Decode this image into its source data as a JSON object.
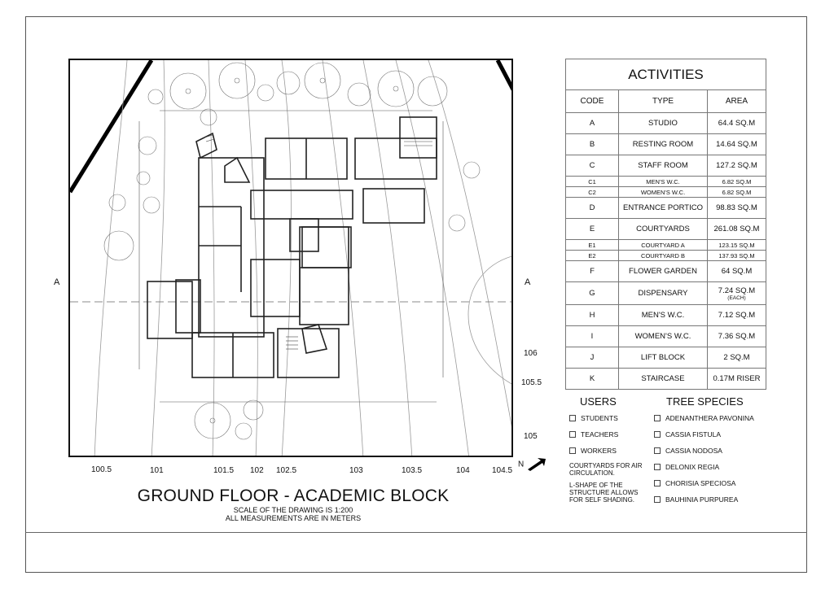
{
  "drawing": {
    "title": "GROUND FLOOR - ACADEMIC BLOCK",
    "scale_note": "SCALE OF THE DRAWING IS 1:200",
    "units_note": "ALL MEASUREMENTS ARE IN METERS",
    "section_marker": "A",
    "north_label": "N",
    "contour_labels": [
      "100.5",
      "101",
      "101.5",
      "102",
      "102.5",
      "103",
      "103.5",
      "104",
      "104.5",
      "105",
      "105.5",
      "106"
    ]
  },
  "activities": {
    "heading": "ACTIVITIES",
    "columns": [
      "CODE",
      "TYPE",
      "AREA"
    ],
    "rows": [
      {
        "code": "A",
        "type": "STUDIO",
        "area": "64.4 SQ.M",
        "note": ""
      },
      {
        "code": "B",
        "type": "RESTING ROOM",
        "area": "14.64 SQ.M",
        "note": ""
      },
      {
        "code": "C",
        "type": "STAFF ROOM",
        "area": "127.2 SQ.M",
        "note": ""
      },
      {
        "code": "C1",
        "type": "MEN'S W.C.",
        "area": "6.82 SQ.M",
        "note": ""
      },
      {
        "code": "C2",
        "type": "WOMEN'S W.C.",
        "area": "6.82 SQ.M",
        "note": ""
      },
      {
        "code": "D",
        "type": "ENTRANCE PORTICO",
        "area": "98.83 SQ.M",
        "note": ""
      },
      {
        "code": "E",
        "type": "COURTYARDS",
        "area": "261.08 SQ.M",
        "note": ""
      },
      {
        "code": "E1",
        "type": "COURTYARD A",
        "area": "123.15 SQ.M",
        "note": ""
      },
      {
        "code": "E2",
        "type": "COURTYARD B",
        "area": "137.93 SQ.M",
        "note": ""
      },
      {
        "code": "F",
        "type": "FLOWER GARDEN",
        "area": "64 SQ.M",
        "note": ""
      },
      {
        "code": "G",
        "type": "DISPENSARY",
        "area": "7.24 SQ.M",
        "note": "(EACH)"
      },
      {
        "code": "H",
        "type": "MEN'S W.C.",
        "area": "7.12 SQ.M",
        "note": ""
      },
      {
        "code": "I",
        "type": "WOMEN'S W.C.",
        "area": "7.36 SQ.M",
        "note": ""
      },
      {
        "code": "J",
        "type": "LIFT BLOCK",
        "area": "2 SQ.M",
        "note": ""
      },
      {
        "code": "K",
        "type": "STAIRCASE",
        "area": "0.17M RISER",
        "note": ""
      }
    ]
  },
  "users": {
    "heading": "USERS",
    "items": [
      "STUDENTS",
      "TEACHERS",
      "WORKERS"
    ]
  },
  "notes": [
    "COURTYARDS FOR AIR CIRCULATION.",
    "L-SHAPE OF THE STRUCTURE ALLOWS FOR SELF SHADING."
  ],
  "tree_species": {
    "heading": "TREE SPECIES",
    "items": [
      "ADENANTHERA PAVONINA",
      "CASSIA FISTULA",
      "CASSIA NODOSA",
      "DELONIX REGIA",
      "CHORISIA SPECIOSA",
      "BAUHINIA PURPUREA"
    ]
  }
}
